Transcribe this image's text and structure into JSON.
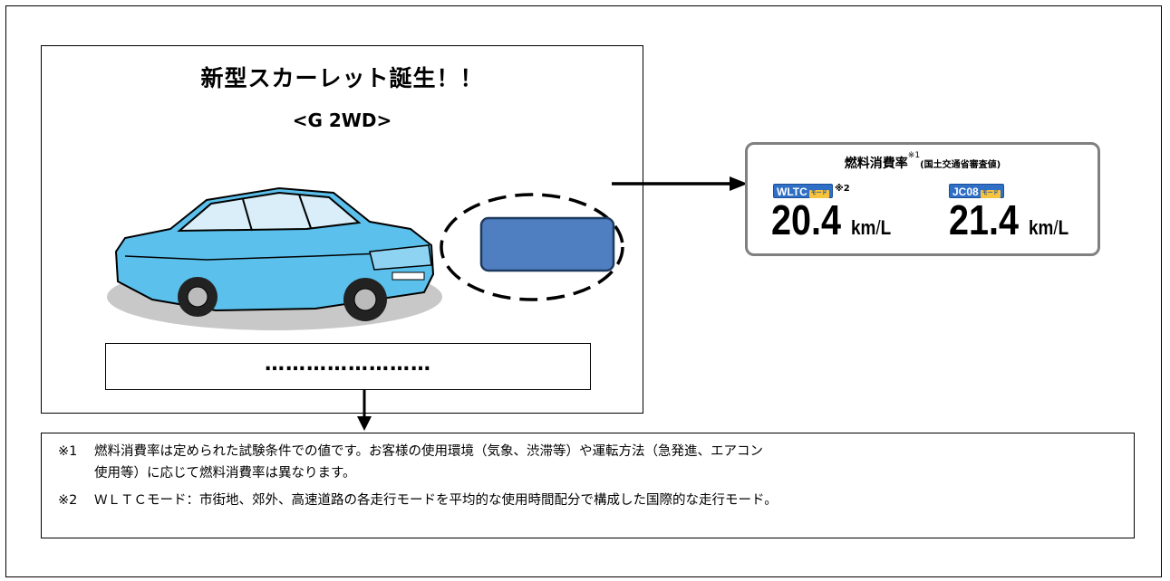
{
  "ad_panel": {
    "title": "新型スカーレット誕生！！",
    "grade": "<G 2WD>",
    "caption": "……………………",
    "car_body_color": "#5bc0eb",
    "label_fill_color": "#4f7fc1"
  },
  "fuel_label": {
    "title": "燃料消費率",
    "title_note_mark": "※1",
    "title_sub": "(国土交通省審査値)",
    "wltc": {
      "badge": "WLTC",
      "badge_mode": "モード",
      "note_mark": "※2",
      "value": "20.4",
      "unit_a": "km",
      "unit_slash": "/",
      "unit_b": "L"
    },
    "jc08": {
      "badge": "JC08",
      "badge_mode": "モード",
      "value": "21.4",
      "unit_a": "km",
      "unit_slash": "/",
      "unit_b": "L"
    },
    "badge_color": "#2f6fc5",
    "border_color": "#808080"
  },
  "notes": {
    "note1_mark": "※1",
    "note1_line1": "燃料消費率は定められた試験条件での値です。お客様の使用環境（気象、渋滞等）や運転方法（急発進、エアコン",
    "note1_line2": "使用等）に応じて燃料消費率は異なります。",
    "note2_mark": "※2",
    "note2_text": "ＷＬＴＣモード：市街地、郊外、高速道路の各走行モードを平均的な使用時間配分で構成した国際的な走行モード。"
  }
}
